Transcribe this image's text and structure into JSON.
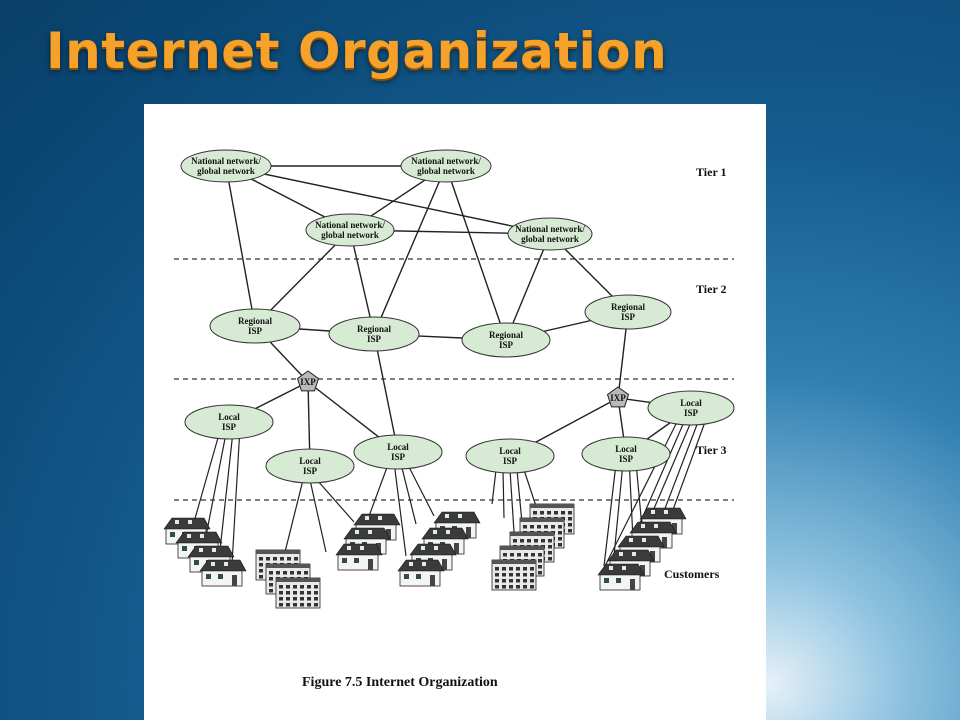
{
  "slide": {
    "title": "Internet Organization"
  },
  "figure": {
    "caption": "Figure 7.5  Internet Organization",
    "tiers": [
      "Tier 1",
      "Tier 2",
      "Tier 3",
      "Customers"
    ],
    "nodes": {
      "national": [
        "National network/",
        "global network"
      ],
      "regional": [
        "Regional",
        "ISP"
      ],
      "local": [
        "Local",
        "ISP"
      ],
      "ixp": "IXP"
    },
    "colors": {
      "node_fill": "#d6ead4",
      "stroke": "#222222"
    }
  }
}
